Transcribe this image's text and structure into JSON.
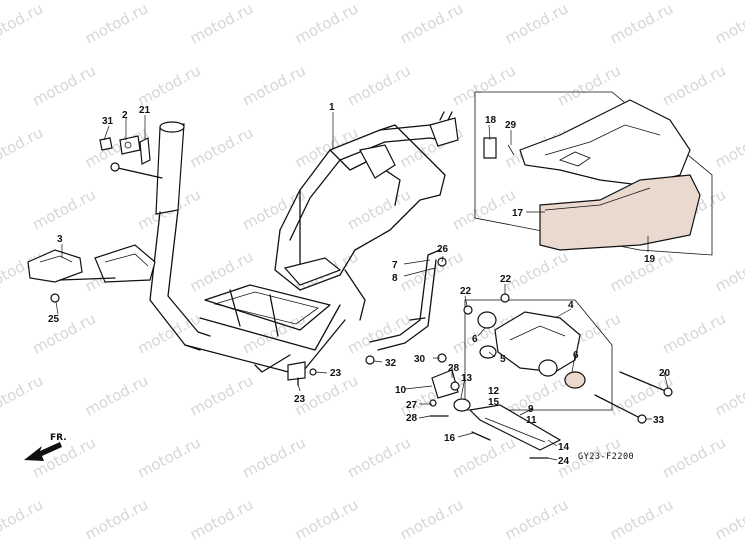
{
  "watermark": "motod.ru",
  "diagram_code": "GY23-F2200",
  "direction_label": "FR.",
  "callouts": [
    "1",
    "2",
    "3",
    "4",
    "5",
    "6",
    "6",
    "7",
    "8",
    "9",
    "10",
    "11",
    "12",
    "13",
    "14",
    "15",
    "16",
    "17",
    "18",
    "19",
    "20",
    "21",
    "22",
    "22",
    "23",
    "23",
    "24",
    "25",
    "26",
    "27",
    "28",
    "28",
    "29",
    "30",
    "31",
    "32",
    "33"
  ]
}
